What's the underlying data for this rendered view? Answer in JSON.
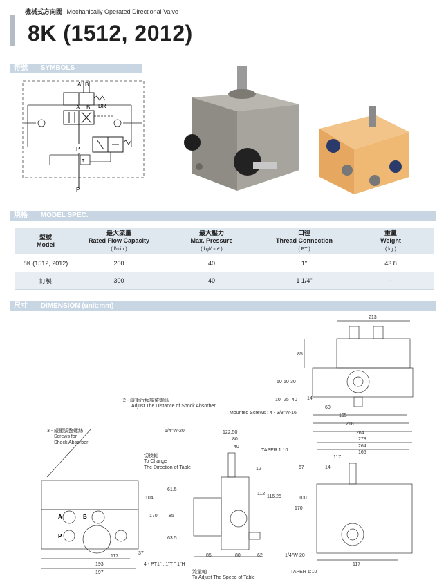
{
  "header": {
    "subtitle_cn": "機械式方向閥",
    "subtitle_en": "Mechanically Operated Directional Valve",
    "title": "8K (1512, 2012)"
  },
  "sections": {
    "symbols": {
      "cn": "符號",
      "en": "SYMBOLS"
    },
    "model_spec": {
      "cn": "規格",
      "en": "MODEL SPEC."
    },
    "dimension": {
      "cn": "尺寸",
      "en": "DIMENSION (unit:mm)"
    }
  },
  "symbol_labels": {
    "a_top": "A'",
    "b_top": "B'",
    "a": "A",
    "b": "B",
    "dr": "DR",
    "p": "P",
    "t": "T",
    "p_bottom": "P"
  },
  "spec_table": {
    "headers": [
      {
        "cn": "型號",
        "en": "Model",
        "unit": ""
      },
      {
        "cn": "最大流量",
        "en": "Rated Flow Capacity",
        "unit": "( l/min )"
      },
      {
        "cn": "最大壓力",
        "en": "Max. Pressure",
        "unit": "( kgf/cm² )"
      },
      {
        "cn": "口徑",
        "en": "Thread Connection",
        "unit": "( PT )"
      },
      {
        "cn": "重量",
        "en": "Weight",
        "unit": "( kg )"
      }
    ],
    "rows": [
      [
        "8K (1512, 2012)",
        "200",
        "40",
        "1\"",
        "43.8"
      ],
      [
        "訂製",
        "300",
        "40",
        "1 1/4\"",
        "-"
      ]
    ]
  },
  "dimension_labels": {
    "adjust_distance_cn": "2 - 緩衝行程調整螺絲",
    "adjust_distance_en": "Adjust The Distance of Shock Absorber",
    "screws_cn": "3 - 緩衝調整螺絲",
    "screws_en1": "Screws for",
    "screws_en2": "Shock Absorber",
    "switch_cn": "切換軸",
    "switch_en1": "To Change",
    "switch_en2": "The Direction of Table",
    "flow_cn": "流量軸",
    "flow_en": "To Adjust The Speed of Table",
    "mounted": "Mounted Screws : 4 - 3/8\"W-16",
    "pt": "4 - PT1\" : 1\"T \" 1\"H",
    "taper_top": "TAPER 1:10",
    "taper_bottom": "TAPER 1:10",
    "w20_top": "1/4\"W-20",
    "w20_bottom": "1/4\"W-20",
    "ports": {
      "a": "A",
      "b": "B",
      "p": "P",
      "t": "T"
    },
    "dims": {
      "d213": "213",
      "d85_top": "85",
      "d60": "60",
      "d50": "50",
      "d30": "30",
      "d10": "10",
      "d25": "25",
      "d40": "40",
      "d14": "14",
      "d60b": "60",
      "d165": "165",
      "d218": "218",
      "d264": "264",
      "d104": "104",
      "d170a": "170",
      "d117a": "117",
      "d37": "37",
      "d193": "193",
      "d197": "197",
      "d122": "122.50",
      "d80a": "80",
      "d40b": "40",
      "d12": "12",
      "d112": "112",
      "d116": "116.25",
      "d61": "61.5",
      "d85b": "85",
      "d63": "63.5",
      "d85c": "85",
      "d80b": "80",
      "d62": "62",
      "d278": "278",
      "d264b": "264",
      "d165b": "165",
      "d117b": "117",
      "d14b": "14",
      "d67": "67",
      "d100": "100",
      "d170b": "170",
      "d117c": "117"
    }
  }
}
